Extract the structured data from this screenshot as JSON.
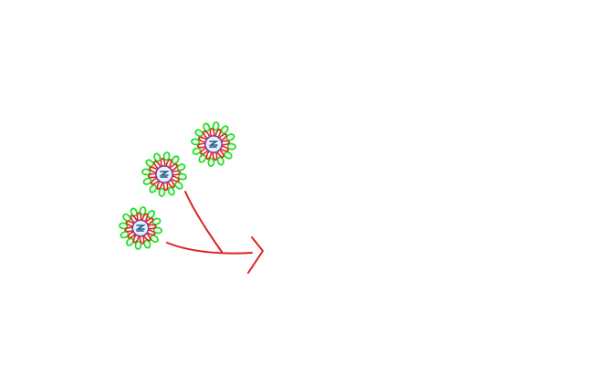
{
  "colors": {
    "background": "#ffffff",
    "arrow": "#e02020",
    "petal_outer": "#22e022",
    "petal_inner": "#e52222",
    "core_ring": "#7b3fa8",
    "core_fill": "#e6f1f7",
    "core_mark": "#1e5a8a"
  },
  "icons": {
    "flower": "flower-icon",
    "arrow": "arrow-icon"
  },
  "flowers": [
    {
      "id": "top-right"
    },
    {
      "id": "middle"
    },
    {
      "id": "bottom-left"
    }
  ]
}
